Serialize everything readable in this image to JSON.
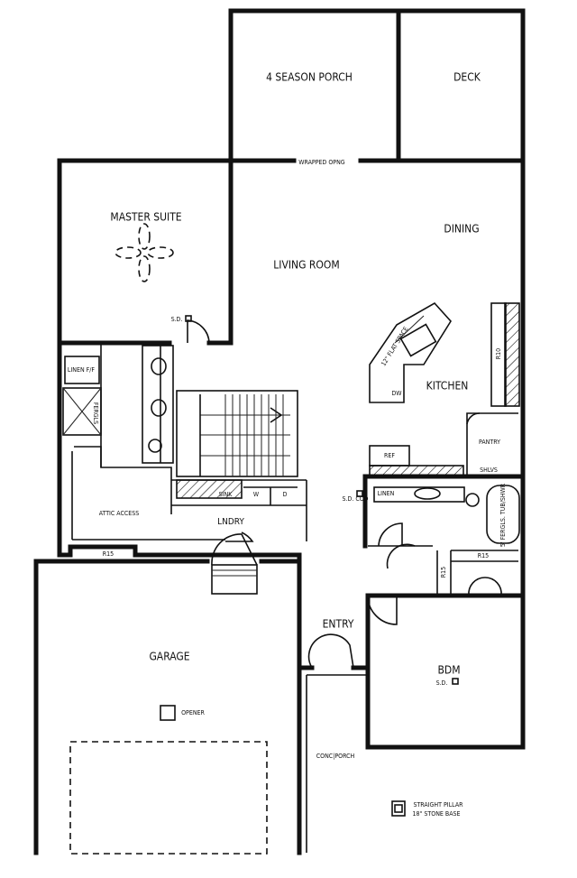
{
  "rooms": {
    "porch": "4 SEASON PORCH",
    "deck": "DECK",
    "wrapped_opening": "WRAPPED OPNG",
    "master_suite": "MASTER SUITE",
    "dining": "DINING",
    "living_room": "LIVING ROOM",
    "kitchen": "KITCHEN",
    "pantry": "PANTRY",
    "garage": "GARAGE",
    "entry": "ENTRY",
    "bedroom": "BDM",
    "laundry": "LNDRY",
    "conc_porch": "CONC|PORCH"
  },
  "fixtures": {
    "sd_master": "S.D.",
    "linen_ff": "LINEN F/F",
    "fergls": "FERGLS",
    "flat_space": "12\" FLAT SPACE",
    "dw": "DW",
    "r10": "R10",
    "ref": "REF",
    "shlvs": "SHLVS",
    "sd_cod": "S.D. COD",
    "linen": "LINEN",
    "fiberglass_shower": "5' FERGLS. TUB/SHWR",
    "r15_a": "R15",
    "r15_b": "R15",
    "r15_c": "R15",
    "attic_access": "ATTIC ACCESS",
    "sink": "SINK",
    "washer": "W",
    "dryer": "D",
    "sd_bdm": "S.D.",
    "opener": "OPENER"
  },
  "legend": {
    "line1": "STRAIGHT PILLAR",
    "line2": "18\" STONE BASE"
  }
}
